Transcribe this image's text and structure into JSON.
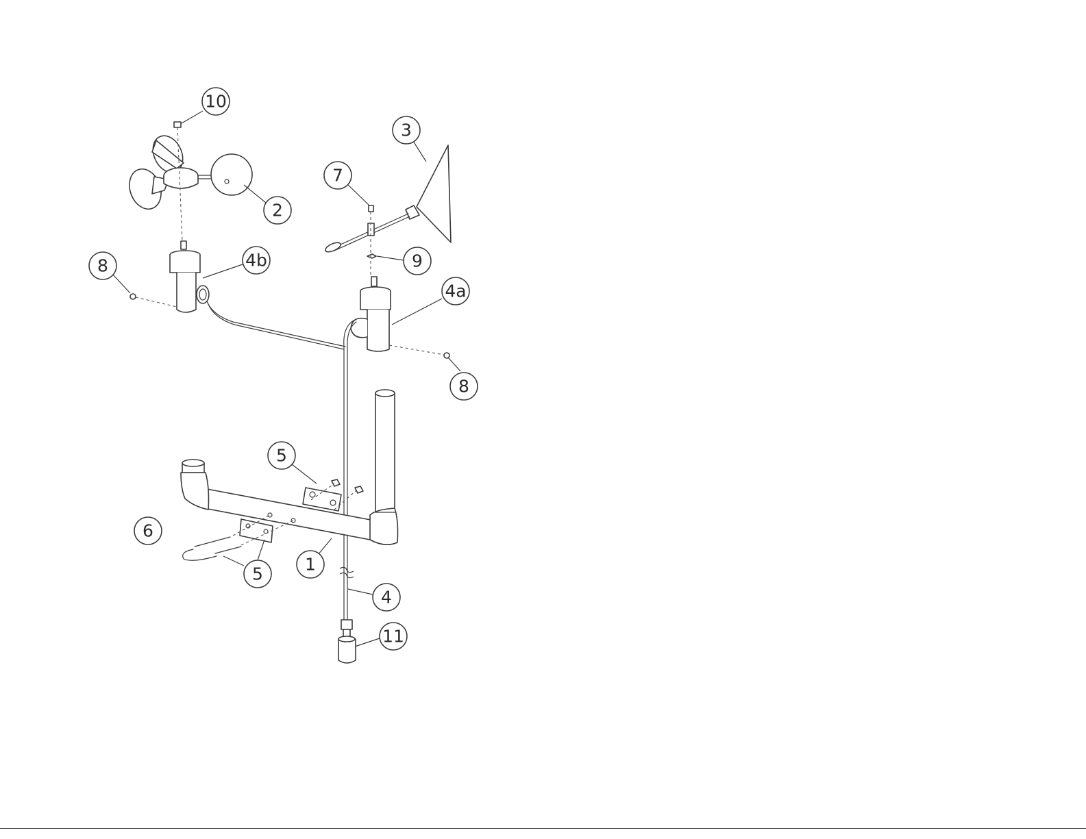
{
  "callouts": {
    "c10": "10",
    "c2": "2",
    "c3": "3",
    "c7": "7",
    "c9": "9",
    "c8a": "8",
    "c4b": "4b",
    "c4a": "4a",
    "c8b": "8",
    "c5a": "5",
    "c6": "6",
    "c1": "1",
    "c5b": "5",
    "c4": "4",
    "c11": "11"
  },
  "colors": {
    "line": "#3a3a3a",
    "background": "#ffffff"
  }
}
